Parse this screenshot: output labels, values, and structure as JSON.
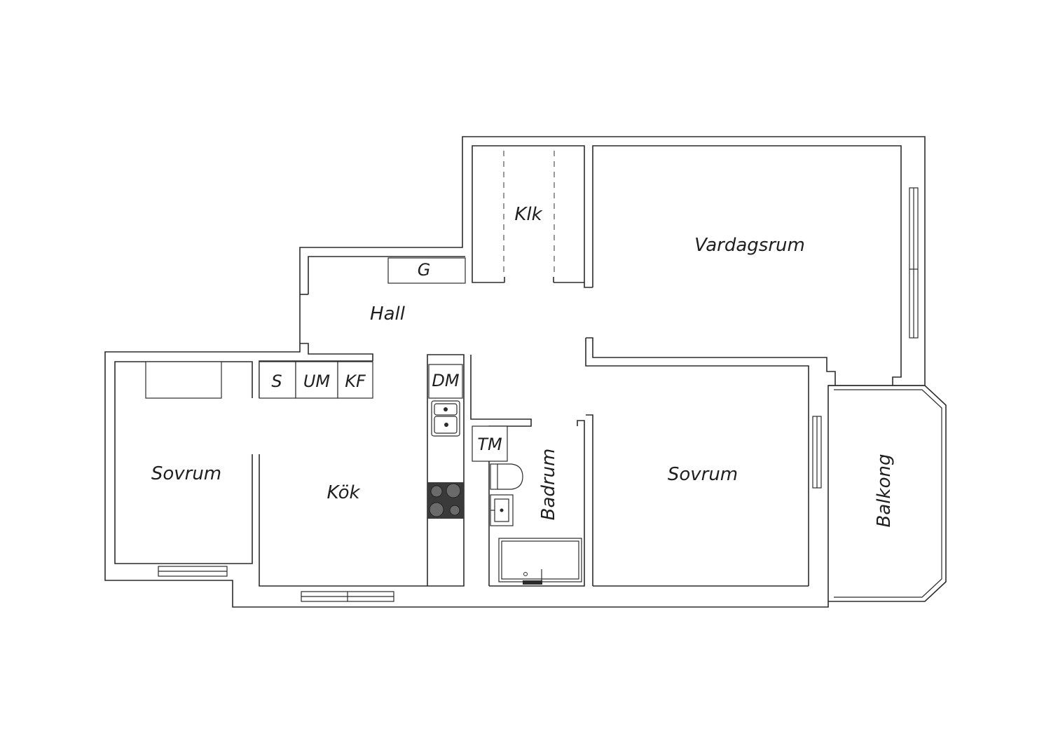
{
  "rooms": {
    "klk": "Klk",
    "vardagsrum": "Vardagsrum",
    "hall": "Hall",
    "sovrum_left": "Sovrum",
    "kok": "Kök",
    "badrum": "Badrum",
    "sovrum_right": "Sovrum",
    "balkong": "Balkong"
  },
  "fixtures": {
    "g": "G",
    "s": "S",
    "um": "UM",
    "kf": "KF",
    "dm": "DM",
    "tm": "TM"
  },
  "colors": {
    "line": "#2b2b2b",
    "background": "#ffffff",
    "stove": "#3a3a3a"
  }
}
